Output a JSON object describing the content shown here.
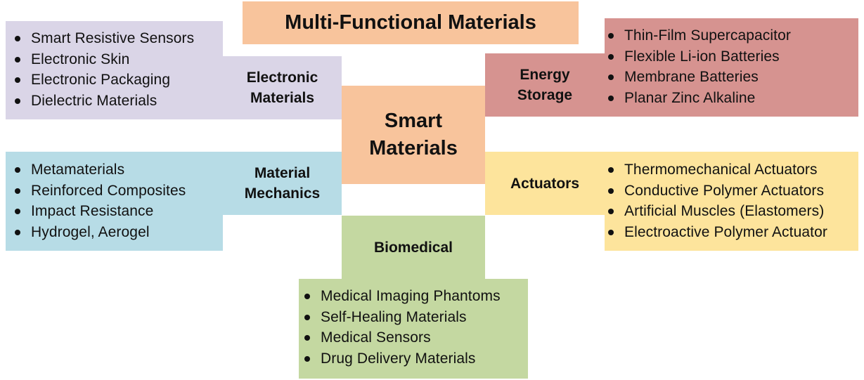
{
  "title": "Multi-Functional Materials",
  "center": "Smart Materials",
  "categories": {
    "electronic": {
      "label": "Electronic Materials",
      "color": "#DAD5E7",
      "items": [
        "Smart Resistive Sensors",
        "Electronic Skin",
        "Electronic Packaging",
        "Dielectric Materials"
      ]
    },
    "energy": {
      "label": "Energy Storage",
      "color": "#D69390",
      "items": [
        "Thin-Film Supercapacitor",
        "Flexible Li-ion Batteries",
        "Membrane Batteries",
        "Planar Zinc Alkaline"
      ]
    },
    "mechanics": {
      "label": "Material Mechanics",
      "color": "#B7DCE6",
      "items": [
        "Metamaterials",
        "Reinforced Composites",
        "Impact Resistance",
        "Hydrogel, Aerogel"
      ]
    },
    "actuators": {
      "label": "Actuators",
      "color": "#FDE49C",
      "items": [
        "Thermomechanical Actuators",
        "Conductive Polymer Actuators",
        "Artificial Muscles (Elastomers)",
        "Electroactive Polymer Actuator"
      ]
    },
    "biomedical": {
      "label": "Biomedical",
      "color": "#C4D8A1",
      "items": [
        "Medical Imaging Phantoms",
        "Self-Healing Materials",
        "Medical Sensors",
        "Drug Delivery Materials"
      ]
    }
  },
  "colors": {
    "title_bg": "#F8C49C",
    "center_bg": "#F8C49C"
  }
}
